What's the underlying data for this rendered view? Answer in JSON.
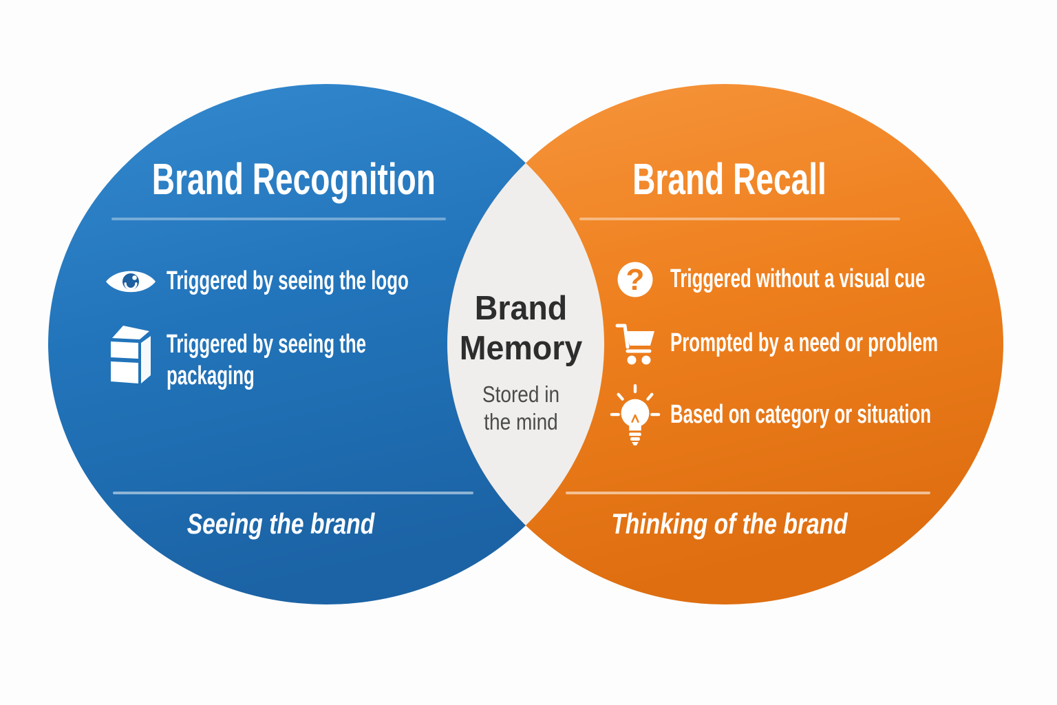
{
  "colors": {
    "background": "#fdfdfd",
    "blue-top": "#3489ce",
    "blue-mid": "#2274ba",
    "blue-bottom": "#1b63a5",
    "orange-top": "#f6953c",
    "orange-mid": "#ee7f1d",
    "orange-bottom": "#de6e10",
    "lens": "#efeeec",
    "pupil-blue": "#1d5f9f",
    "center-title": "#2d2d2d",
    "center-subtitle": "#4b4b4b",
    "text-on-circle": "#ffffff"
  },
  "left_circle": {
    "title": "Brand Recognition",
    "items": [
      {
        "icon": "eye-icon",
        "text": "Triggered by seeing the logo"
      },
      {
        "icon": "package-icon",
        "text": "Triggered by seeing the packaging"
      }
    ],
    "footer": "Seeing the brand"
  },
  "right_circle": {
    "title": "Brand Recall",
    "items": [
      {
        "icon": "question-icon",
        "glyph": "?",
        "text": "Triggered without a visual cue"
      },
      {
        "icon": "cart-icon",
        "text": "Prompted by a need or problem"
      },
      {
        "icon": "lightbulb-icon",
        "text": "Based on category or situation"
      }
    ],
    "footer": "Thinking of the brand"
  },
  "center": {
    "title_line1": "Brand",
    "title_line2": "Memory",
    "subtitle_line1": "Stored in",
    "subtitle_line2": "the mind"
  }
}
